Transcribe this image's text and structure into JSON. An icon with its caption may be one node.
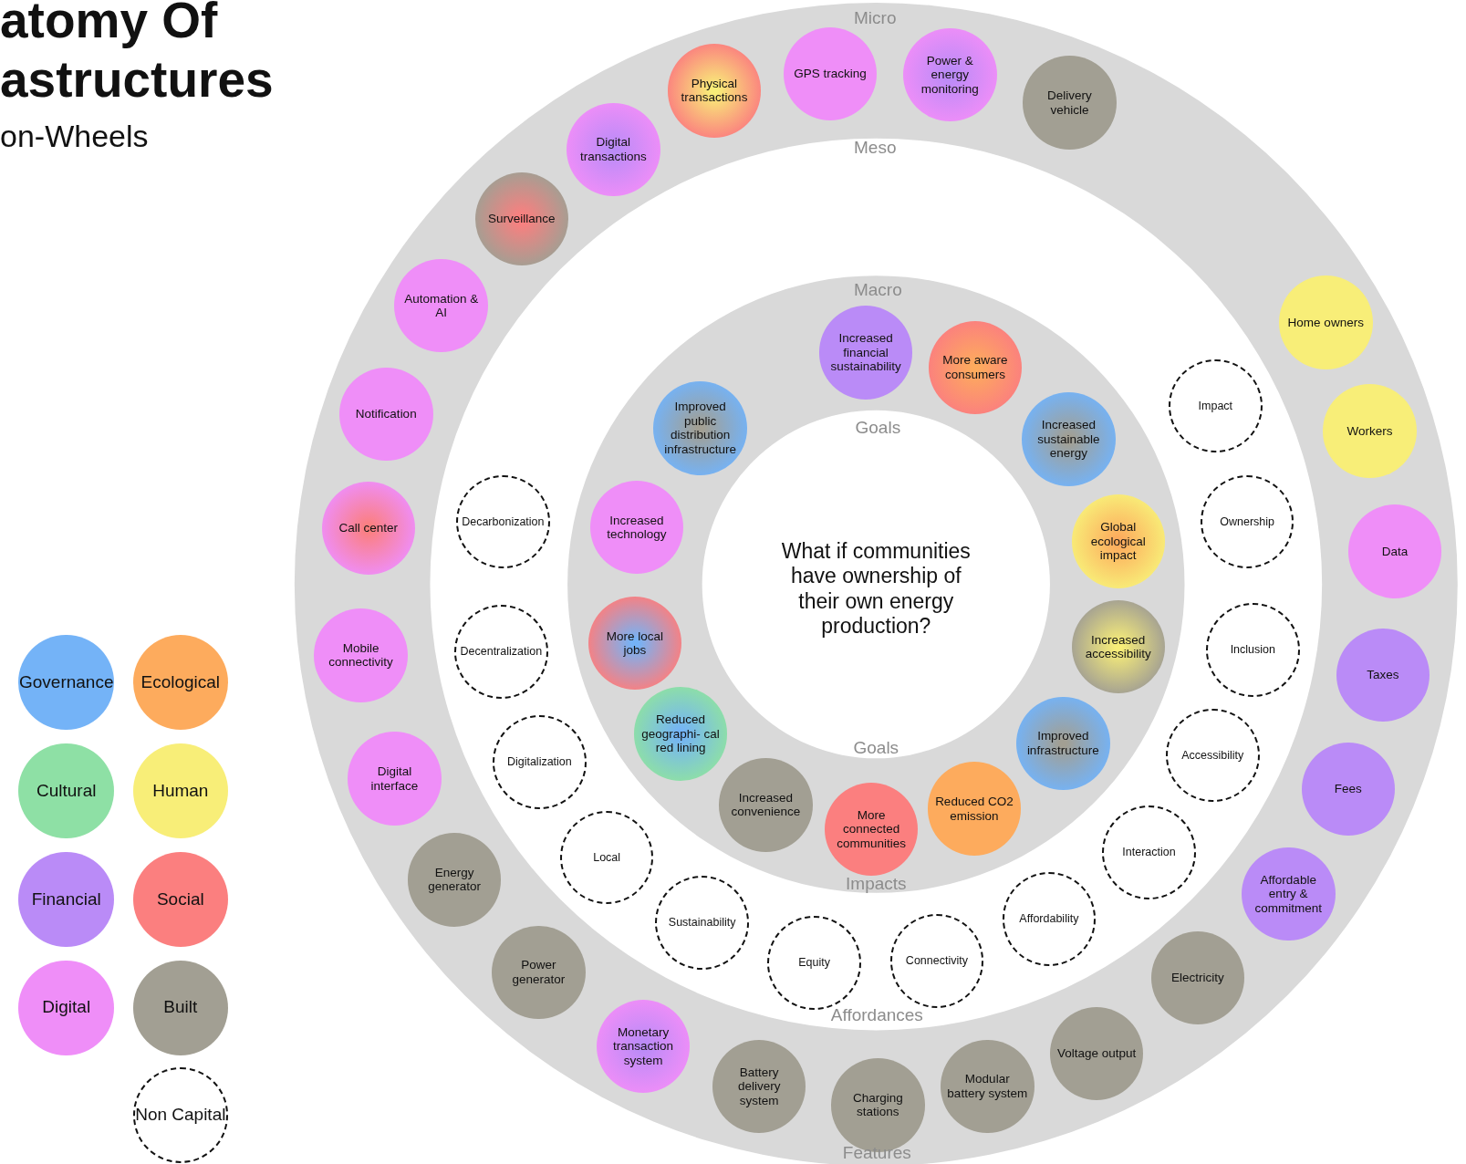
{
  "diagram": {
    "title": "atomy Of astructures",
    "nodes": [
      {
        "text": [
          "What if communities have ownership of their own energy production?"
        ]
      },
      {
        "text": [
          "Increased financial sustainability"
        ]
      },
      {
        "text": [
          "More aware consumers"
        ]
      },
      {
        "text": [
          "Increased sustainable energy"
        ]
      },
      {
        "text": [
          "Global ecological impact"
        ]
      },
      {
        "text": [
          "Increased accessibility"
        ]
      },
      {
        "text": [
          "Improved infrastructure"
        ]
      },
      {
        "text": [
          "Reduced CO2 emission"
        ]
      },
      {
        "text": [
          "More connected communities"
        ]
      },
      {
        "text": [
          "Increased convenience"
        ]
      },
      {
        "text": [
          "Reduced geographi- cal red lining"
        ]
      },
      {
        "text": [
          "More local jobs"
        ]
      },
      {
        "text": [
          "Increased technology"
        ]
      },
      {
        "text": [
          "Improved public distribution infrastructure"
        ]
      },
      {
        "text": [
          "Impact"
        ]
      },
      {
        "text": [
          "Ownership"
        ]
      },
      {
        "text": [
          "Inclusion"
        ]
      },
      {
        "text": [
          "Accessibility"
        ]
      },
      {
        "text": [
          "Interaction"
        ]
      },
      {
        "text": [
          "Affordability"
        ]
      },
      {
        "text": [
          "Connectivity"
        ]
      },
      {
        "text": [
          "Equity"
        ]
      },
      {
        "text": [
          "Sustainability"
        ]
      },
      {
        "text": [
          "Local"
        ]
      },
      {
        "text": [
          "Digitalization"
        ]
      },
      {
        "text": [
          "Decentralization"
        ]
      },
      {
        "text": [
          "Decarbonization"
        ]
      },
      {
        "text": [
          "GPS tracking"
        ]
      },
      {
        "text": [
          "Power & energy monitoring"
        ]
      },
      {
        "text": [
          "Delivery vehicle"
        ]
      },
      {
        "text": [
          "Home owners"
        ]
      },
      {
        "text": [
          "Workers"
        ]
      },
      {
        "text": [
          "Data"
        ]
      },
      {
        "text": [
          "Taxes"
        ]
      },
      {
        "text": [
          "Fees"
        ]
      },
      {
        "text": [
          "Affordable entry & commitment"
        ]
      },
      {
        "text": [
          "Electricity"
        ]
      },
      {
        "text": [
          "Voltage output"
        ]
      },
      {
        "text": [
          "Modular battery system"
        ]
      },
      {
        "text": [
          "Charging stations"
        ]
      },
      {
        "text": [
          "Battery delivery system"
        ]
      },
      {
        "text": [
          "Monetary transaction system"
        ]
      },
      {
        "text": [
          "Power generator"
        ]
      },
      {
        "text": [
          "Energy generator"
        ]
      },
      {
        "text": [
          "Digital interface"
        ]
      },
      {
        "text": [
          "Mobile connectivity"
        ]
      },
      {
        "text": [
          "Call center"
        ]
      },
      {
        "text": [
          "Notification"
        ]
      },
      {
        "text": [
          "Automation & AI"
        ]
      },
      {
        "text": [
          "Surveillance"
        ]
      },
      {
        "text": [
          "Digital transactions"
        ]
      },
      {
        "text": [
          "Physical transactions"
        ]
      }
    ],
    "labels": [
      "on-Wheels",
      "Micro",
      "Meso",
      "Macro",
      "Goals",
      "Goals",
      "Impacts",
      "Affordances",
      "Features"
    ],
    "legend": [
      {
        "text": "Governance",
        "color": "#74b3f7"
      },
      {
        "text": "Ecological",
        "color": "#fdab5d"
      },
      {
        "text": "Cultural",
        "color": "#8ee0a5"
      },
      {
        "text": "Human",
        "color": "#f8ee78"
      },
      {
        "text": "Financial",
        "color": "#ba8bf7"
      },
      {
        "text": "Social",
        "color": "#fb7f7f"
      },
      {
        "text": "Digital",
        "color": "#ef8ef8"
      },
      {
        "text": "Built",
        "color": "#a29f93"
      },
      {
        "text": "Non Capital"
      }
    ]
  }
}
